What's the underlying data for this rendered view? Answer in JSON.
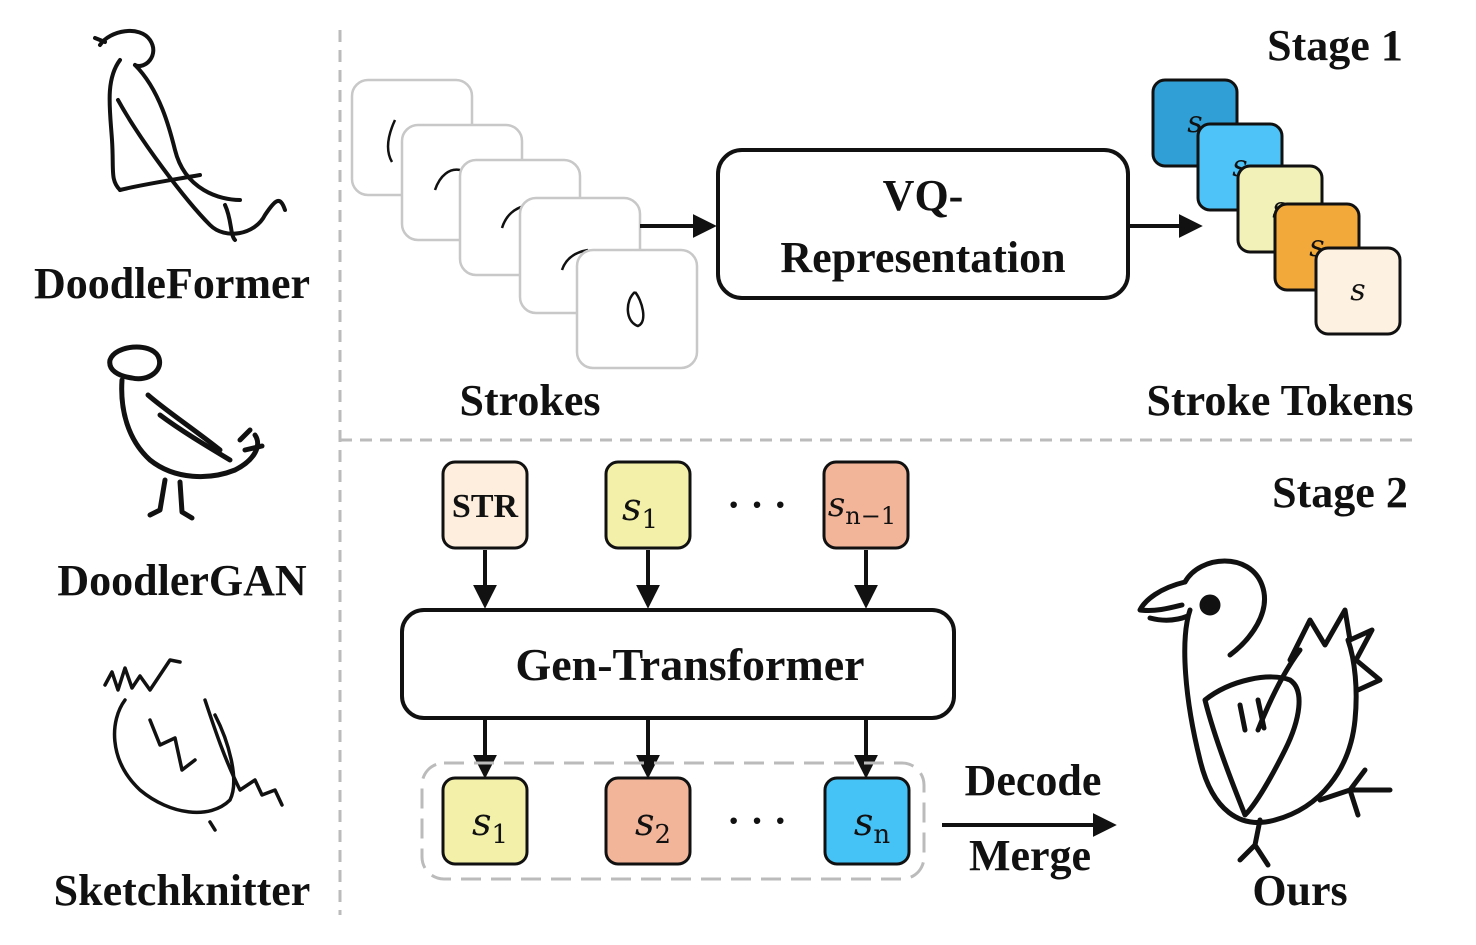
{
  "left_panel": {
    "baselines": [
      {
        "name": "DoodleFormer"
      },
      {
        "name": "DoodlerGAN"
      },
      {
        "name": "Sketchknitter"
      }
    ]
  },
  "stage1": {
    "title": "Stage 1",
    "strokes_label": "Strokes",
    "vq_box": {
      "line1": "VQ-",
      "line2": "Representation"
    },
    "tokens_label": "Stroke Tokens",
    "token_letter": "s",
    "token_colors": [
      "#2f9fd6",
      "#4dc3f7",
      "#f2f1b8",
      "#f3a93a",
      "#fdf1e2"
    ]
  },
  "stage2": {
    "title": "Stage 2",
    "input_tokens": [
      {
        "text": "STR",
        "sub": "",
        "color": "#fdeedd"
      },
      {
        "text": "s",
        "sub": "1",
        "color": "#f3f1a9"
      },
      {
        "text": "s",
        "sub": "n−1",
        "color": "#f2b59a"
      }
    ],
    "ellipsis": "· · ·",
    "transformer": "Gen-Transformer",
    "output_tokens": [
      {
        "text": "s",
        "sub": "1",
        "color": "#f3f1a9"
      },
      {
        "text": "s",
        "sub": "2",
        "color": "#f2b59a"
      },
      {
        "text": "s",
        "sub": "n",
        "color": "#45c3f6"
      }
    ],
    "decode_label": "Decode",
    "merge_label": "Merge",
    "ours_label": "Ours"
  },
  "colors": {
    "line": "#111111",
    "dashed": "#bbbbbb",
    "stroke_card_border": "#c8c8c8"
  }
}
